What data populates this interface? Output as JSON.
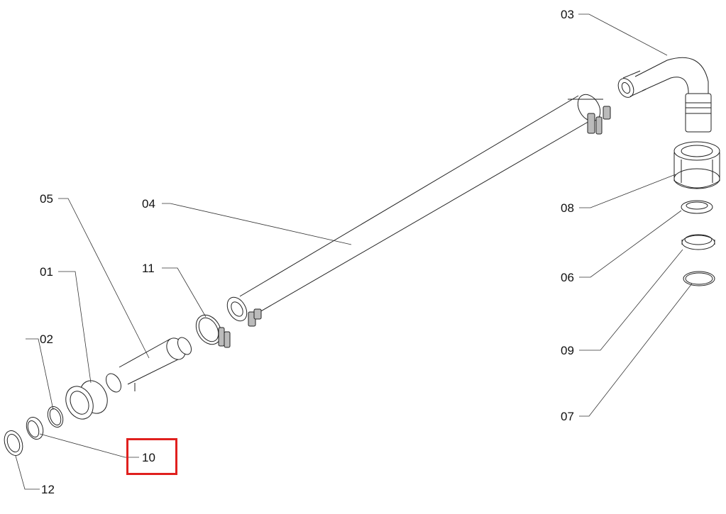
{
  "labels": {
    "l01": "01",
    "l02": "02",
    "l03": "03",
    "l04": "04",
    "l05": "05",
    "l06": "06",
    "l07": "07",
    "l08": "08",
    "l09": "09",
    "l10": "10",
    "l11": "11",
    "l12": "12"
  },
  "highlight": {
    "label": "10",
    "color": "#e0201e"
  }
}
